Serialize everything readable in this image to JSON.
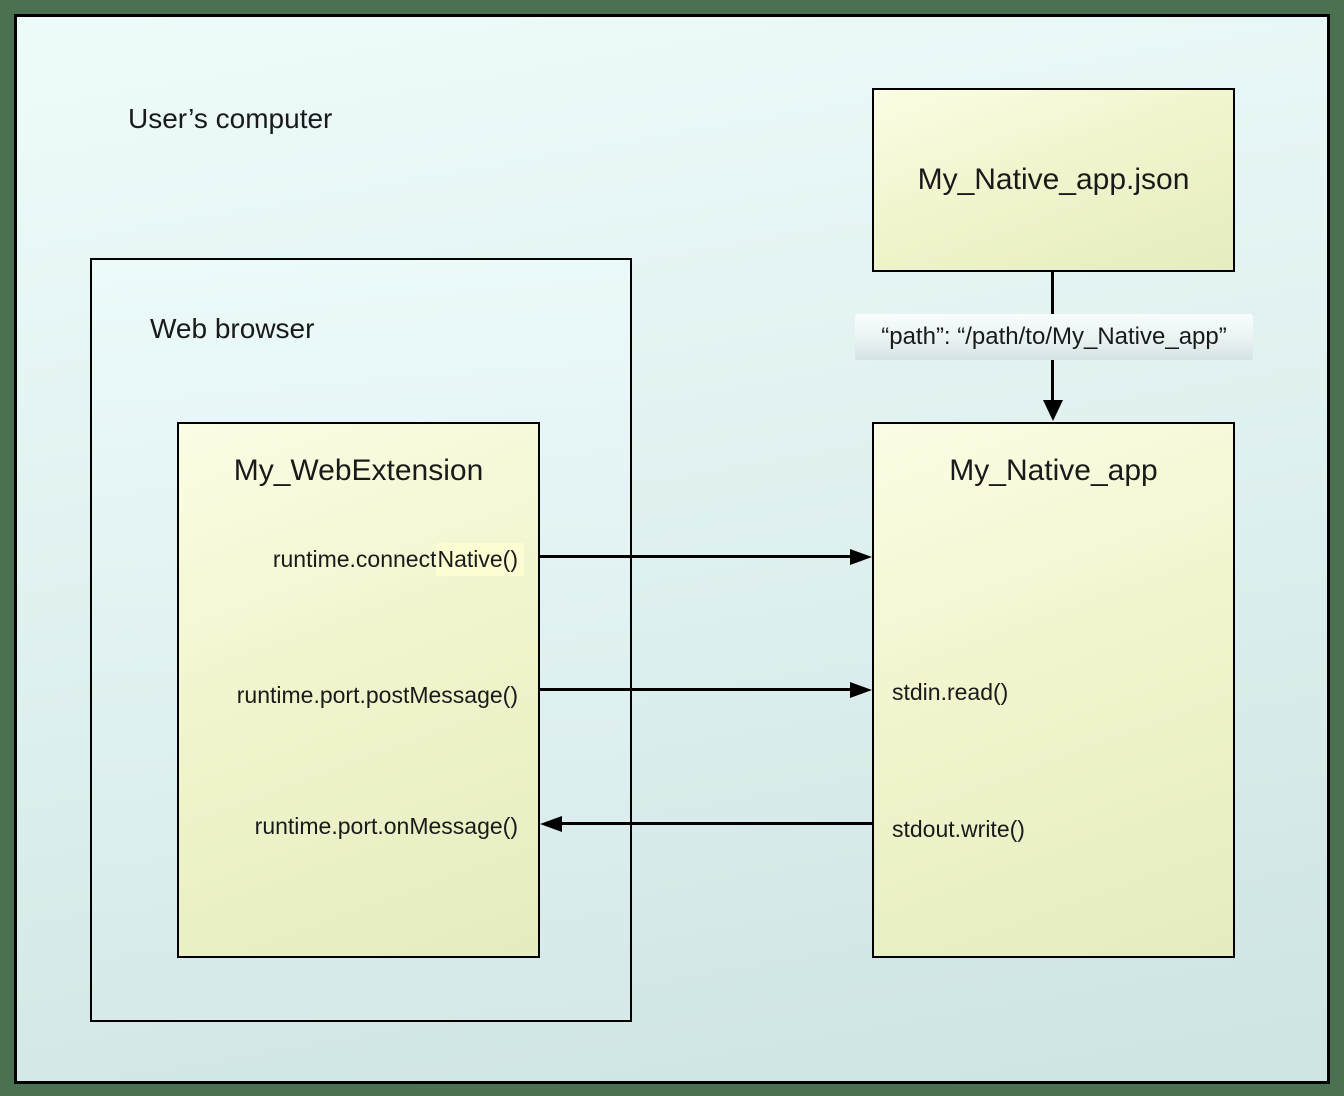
{
  "colors": {
    "frame_green": "#4a7251",
    "bg_top": "#eefbfb",
    "bg_bottom": "#cde4e2",
    "browser_top": "#ecfafa",
    "browser_bottom": "#d5e9e8",
    "box_yellow_top": "#fbfde4",
    "box_yellow_bottom": "#e5ecc0",
    "highlight_yellow": "#fdfdd4",
    "label_strip_top": "#f8fdfd",
    "label_strip_bottom": "#d4e3e4",
    "line_black": "#000000",
    "text_black": "#1a1a1a"
  },
  "labels": {
    "users_computer": "User’s computer",
    "web_browser": "Web browser"
  },
  "json_box": {
    "title": "My_Native_app.json"
  },
  "path_label": {
    "text": "“path”: “/path/to/My_Native_app”"
  },
  "webextension": {
    "title": "My_WebExtension",
    "connect_native_pre": "runtime.connect",
    "connect_native_highlight": "Native()",
    "post_message": "runtime.port.postMessage()",
    "on_message": "runtime.port.onMessage()"
  },
  "native_app": {
    "title": "My_Native_app",
    "stdin": "stdin.read()",
    "stdout": "stdout.write()"
  }
}
